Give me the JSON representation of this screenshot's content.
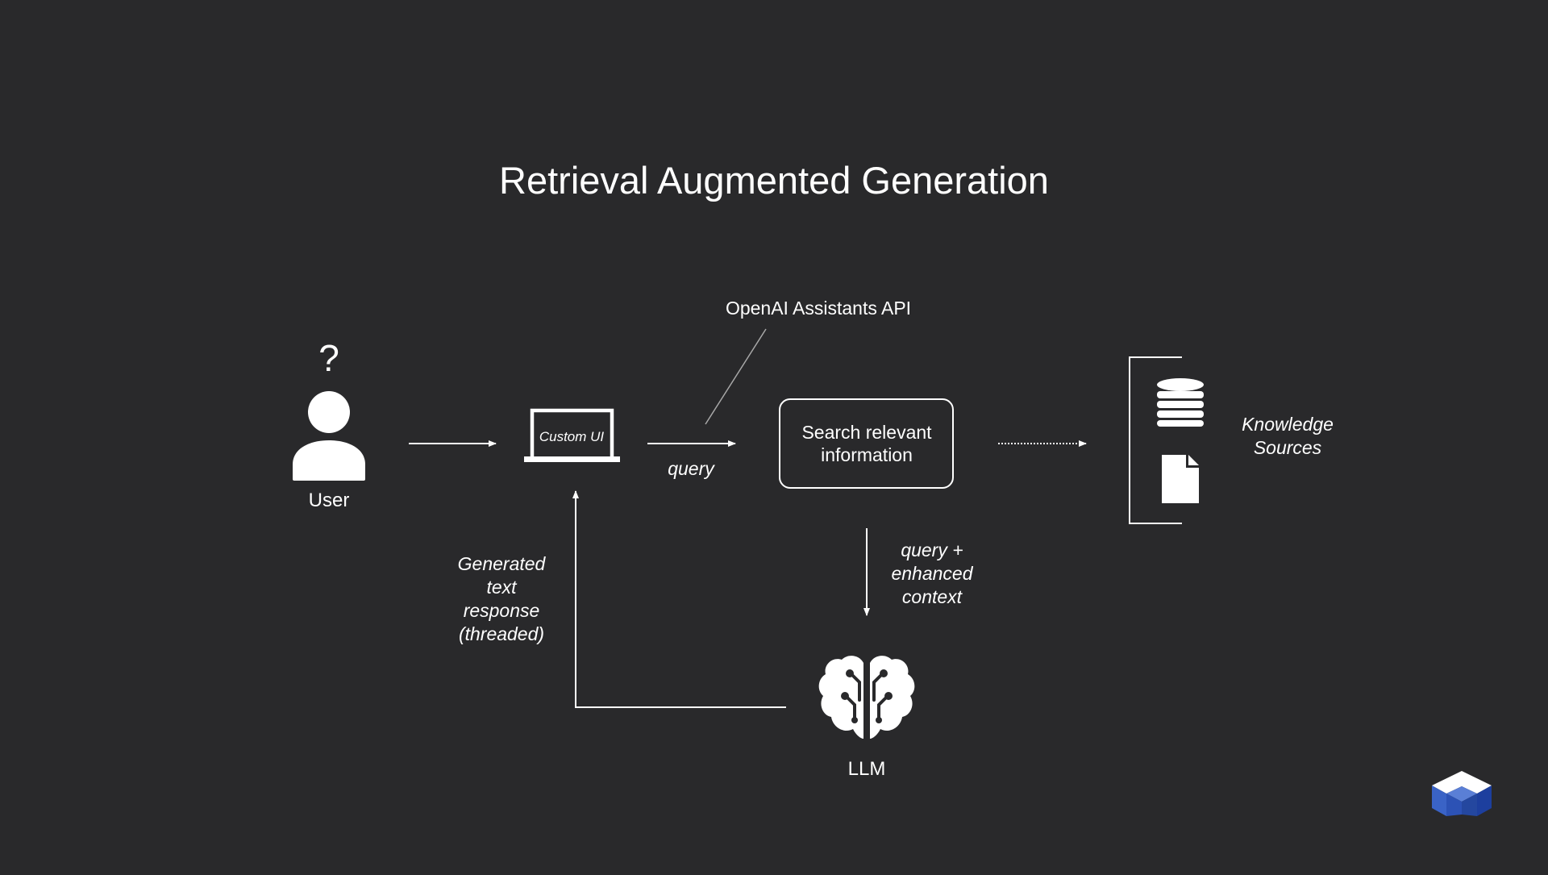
{
  "title": "Retrieval Augmented Generation",
  "api_label": "OpenAI Assistants API",
  "user": {
    "question_mark": "?",
    "label": "User",
    "icon": "user-icon"
  },
  "custom_ui": {
    "label": "Custom UI",
    "icon": "laptop-icon"
  },
  "query_label": "query",
  "search_box": {
    "line1": "Search relevant",
    "line2": "information"
  },
  "knowledge_sources": {
    "line1": "Knowledge",
    "line2": "Sources",
    "icons": [
      "database-icon",
      "document-icon"
    ]
  },
  "enhanced_context": {
    "line1": "query +",
    "line2": "enhanced",
    "line3": "context"
  },
  "llm": {
    "label": "LLM",
    "icon": "brain-circuit-icon"
  },
  "response": {
    "line1": "Generated",
    "line2": "text",
    "line3": "response",
    "line4": "(threaded)"
  },
  "brand": {
    "icon": "brand-logo-icon",
    "colors": [
      "#ffffff",
      "#3a63c6",
      "#1d3f9e"
    ]
  },
  "colors": {
    "background": "#29292b",
    "foreground": "#ffffff",
    "pointer_line": "#a8a8a8"
  }
}
